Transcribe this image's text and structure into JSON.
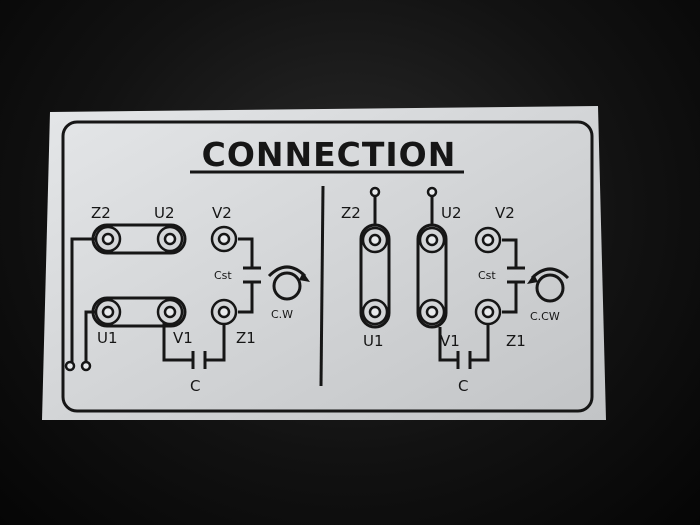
{
  "plate": {
    "title": "CONNECTION",
    "left": {
      "label_z2": "Z2",
      "label_u2": "U2",
      "label_v2": "V2",
      "label_u1": "U1",
      "label_v1": "V1",
      "label_z1": "Z1",
      "label_cst": "Cst",
      "label_c": "C",
      "direction": "C.W"
    },
    "right": {
      "label_z2": "Z2",
      "label_u2": "U2",
      "label_v2": "V2",
      "label_u1": "U1",
      "label_v1": "V1",
      "label_z1": "Z1",
      "label_cst": "Cst",
      "label_c": "C",
      "direction": "C.CW"
    }
  },
  "colors": {
    "plate": "#d6d8da",
    "ink": "#161616",
    "background": "#0b0b0b"
  }
}
